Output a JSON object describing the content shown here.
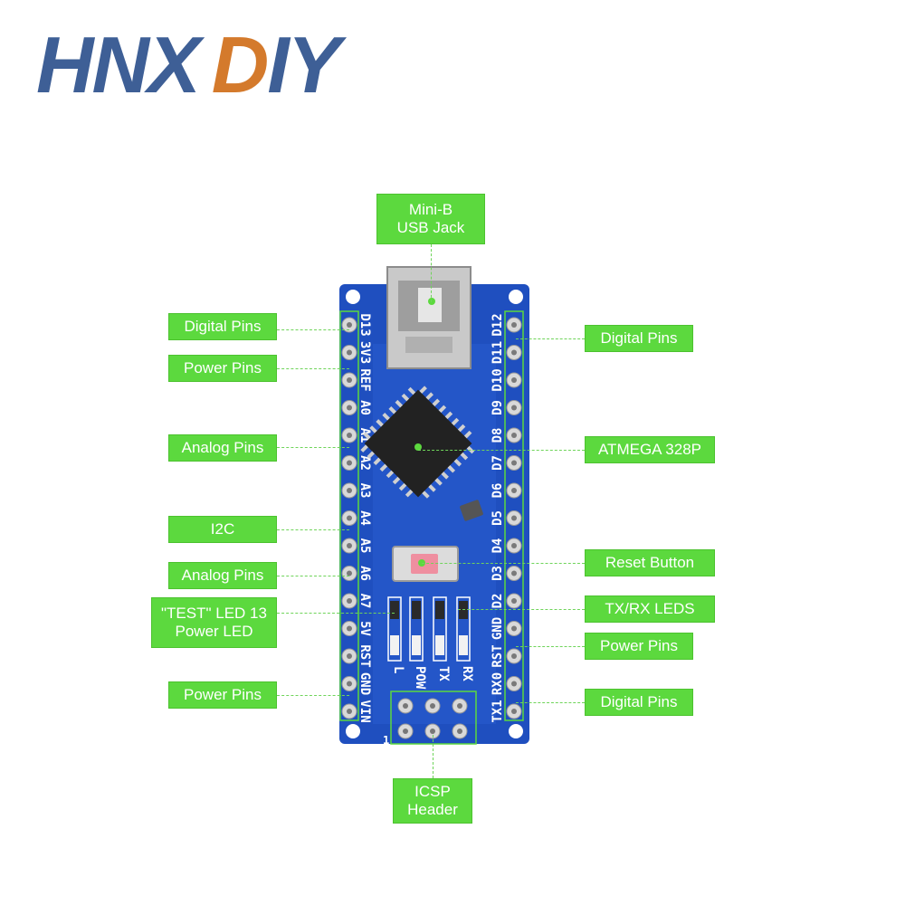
{
  "logo": {
    "part1": "HNX",
    "part2": "DIY",
    "color_blue": "#3e5f96",
    "color_orange": "#d47a2c"
  },
  "labels": {
    "usb": [
      "Mini-B",
      "USB Jack"
    ],
    "digital_left": "Digital Pins",
    "power_left_top": "Power Pins",
    "analog_left_top": "Analog Pins",
    "i2c": "I2C",
    "analog_left_bottom": "Analog Pins",
    "test_led": [
      "\"TEST\" LED 13",
      "Power LED"
    ],
    "power_left_bottom": "Power Pins",
    "digital_right_top": "Digital Pins",
    "atmega": "ATMEGA 328P",
    "reset": "Reset Button",
    "txrx": "TX/RX LEDS",
    "power_right": "Power Pins",
    "digital_right_bottom": "Digital Pins",
    "icsp": [
      "ICSP",
      "Header"
    ]
  },
  "board": {
    "left_pins": [
      "D13",
      "3V3",
      "REF",
      "A0",
      "A1",
      "A2",
      "A3",
      "A4",
      "A5",
      "A6",
      "A7",
      "5V",
      "RST",
      "GND",
      "VIN"
    ],
    "right_pins": [
      "D12",
      "D11",
      "D10",
      "D9",
      "D8",
      "D7",
      "D6",
      "D5",
      "D4",
      "D3",
      "D2",
      "GND",
      "RST",
      "RX0",
      "TX1"
    ],
    "led_labels": [
      "L",
      "POW",
      "TX",
      "RX"
    ],
    "icsp_pin1": "1",
    "colors": {
      "pcb": "#1f4fbf",
      "label_green": "#5cd93e",
      "pad": "#d9d9d9"
    }
  }
}
